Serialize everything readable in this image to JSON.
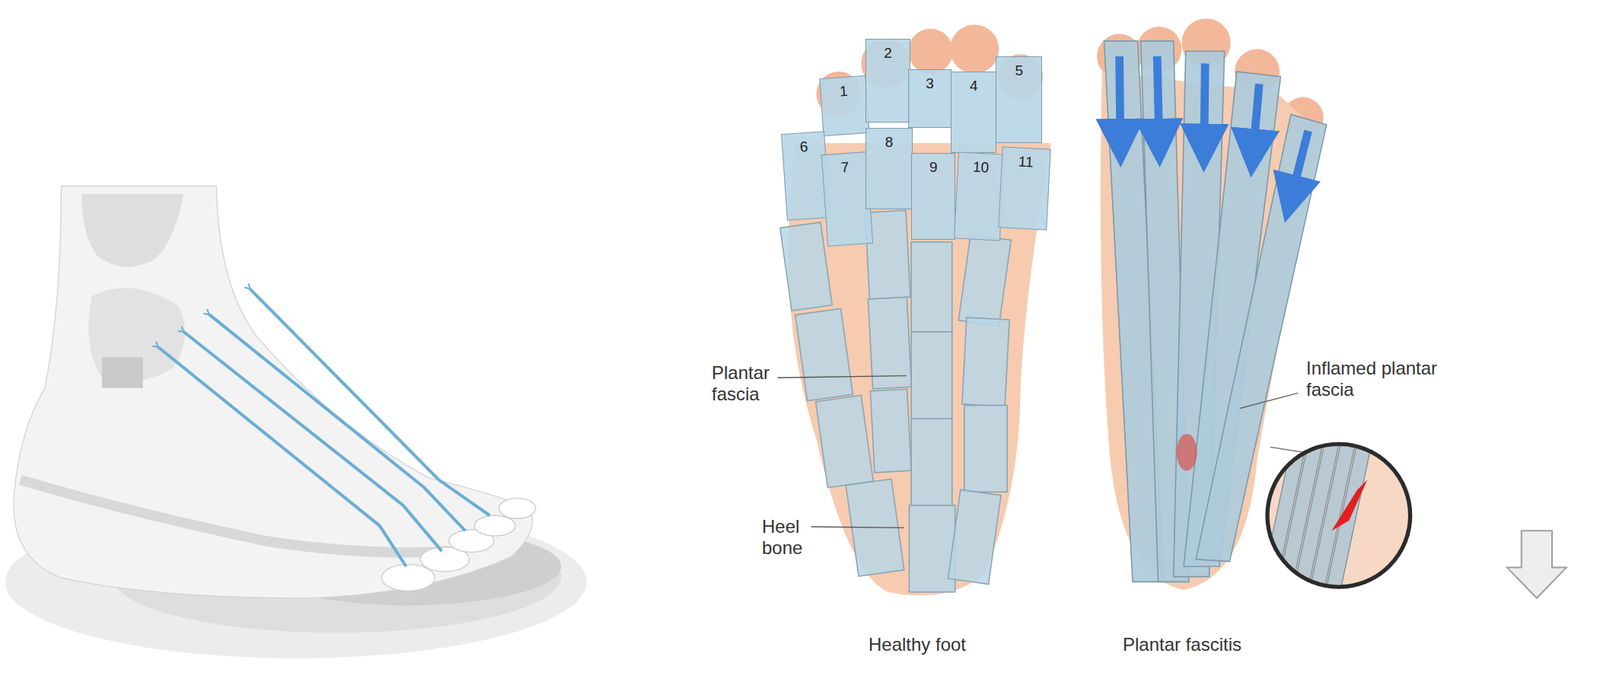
{
  "diagram": {
    "nodes": [
      {
        "text": [
          "1"
        ]
      },
      {
        "text": [
          "2"
        ]
      },
      {
        "text": [
          "3"
        ]
      },
      {
        "text": [
          "4"
        ]
      },
      {
        "text": [
          "5"
        ]
      },
      {
        "text": [
          "6"
        ]
      },
      {
        "text": [
          "7"
        ]
      },
      {
        "text": [
          "8"
        ]
      },
      {
        "text": [
          "9"
        ]
      },
      {
        "text": [
          "10"
        ]
      },
      {
        "text": [
          "11"
        ]
      }
    ],
    "labels": [
      "Plantar fascia",
      "Heel bone",
      "Inflamed plantar fascia",
      "Healthy foot",
      "Plantar fascitis"
    ]
  }
}
